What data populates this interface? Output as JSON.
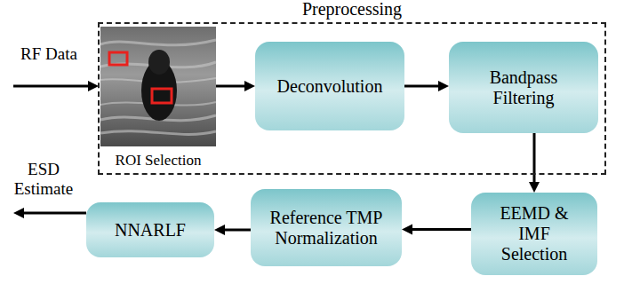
{
  "diagram": {
    "nodes": [
      {
        "text": [
          "Preprocessing"
        ]
      },
      {
        "text": [
          "ROI Selection"
        ],
        "in": 0
      },
      {
        "text": [
          "Deconvolution"
        ],
        "in": 0
      },
      {
        "text": [
          "Bandpass Filtering"
        ],
        "in": 0
      },
      {
        "text": [
          "EEMD & IMF Selection"
        ]
      },
      {
        "text": [
          "Reference TMP Normalization"
        ]
      },
      {
        "text": [
          "NNARLF"
        ]
      }
    ],
    "edges": [
      {
        "from": 1,
        "to": 2,
        "arrow": "to"
      },
      {
        "from": 2,
        "to": 3,
        "arrow": "to"
      },
      {
        "from": 3,
        "to": 4,
        "arrow": "to"
      },
      {
        "from": 4,
        "to": 5,
        "arrow": "to"
      },
      {
        "from": 5,
        "to": 6,
        "arrow": "to"
      }
    ],
    "labels": [
      "RF Data",
      "ESD Estimate"
    ]
  }
}
